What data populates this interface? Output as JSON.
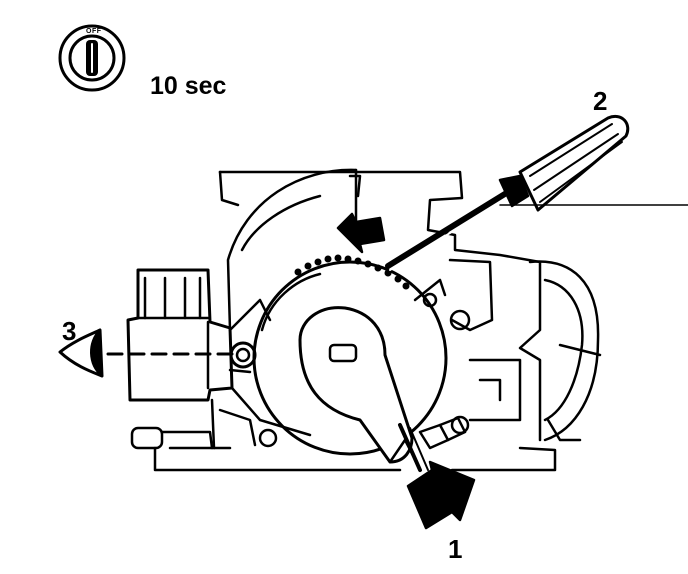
{
  "ignition_switch": {
    "position_label": "OFF",
    "icon": "ignition-key-icon"
  },
  "duration_label": "10 sec",
  "callouts": [
    {
      "id": "1",
      "text": "1"
    },
    {
      "id": "2",
      "text": "2"
    },
    {
      "id": "3",
      "text": "3"
    }
  ],
  "colors": {
    "ink": "#000000",
    "paper": "#ffffff"
  }
}
